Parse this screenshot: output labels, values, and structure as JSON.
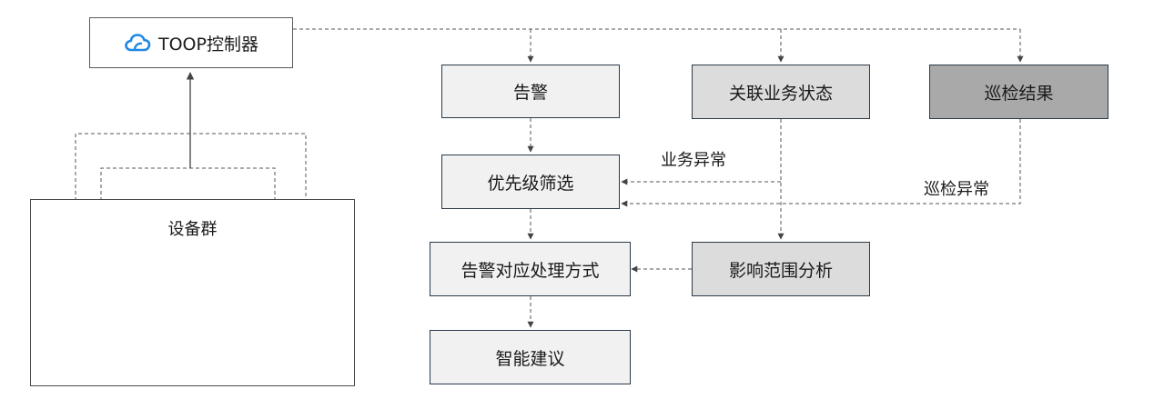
{
  "controller": {
    "label": "TOOP控制器",
    "icon": "cloud-icon"
  },
  "device_group": {
    "title": "设备群"
  },
  "boxes": {
    "alarm": "告警",
    "related_service_status": "关联业务状态",
    "inspection_result": "巡检结果",
    "priority_filter": "优先级筛选",
    "alarm_handling": "告警对应处理方式",
    "impact_analysis": "影响范围分析",
    "smart_suggestion": "智能建议"
  },
  "edge_labels": {
    "service_exception": "业务异常",
    "inspection_exception": "巡检异常"
  },
  "colors": {
    "light_box": "#f1f1f1",
    "mid_box": "#dcdcdc",
    "dark_box": "#a9a9a9",
    "border": "#2b3a4a",
    "cloud": "#1e88e5",
    "port": "#2a7fc9"
  }
}
